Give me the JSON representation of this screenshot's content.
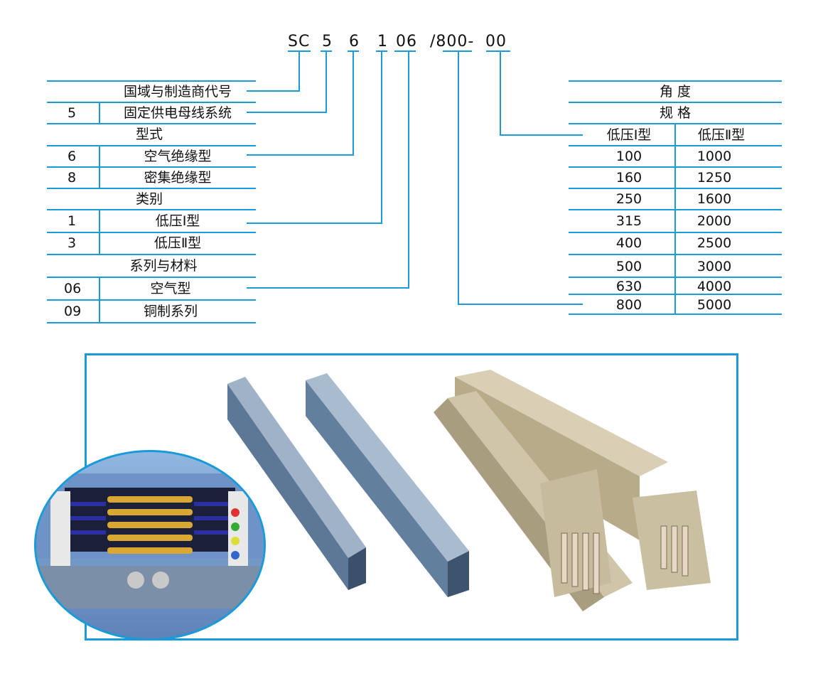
{
  "code": {
    "parts": [
      "SC",
      "5",
      "6",
      "1",
      "06",
      "/800-",
      "00"
    ]
  },
  "left": {
    "rows": [
      {
        "no": "",
        "label": "国域与制造商代号"
      },
      {
        "no": "5",
        "label": "固定供电母线系统"
      },
      {
        "no": "",
        "label": "型式"
      },
      {
        "no": "6",
        "label": "空气绝缘型"
      },
      {
        "no": "8",
        "label": "密集绝缘型"
      },
      {
        "no": "",
        "label": "类别"
      },
      {
        "no": "1",
        "label": "低压Ⅰ型"
      },
      {
        "no": "3",
        "label": "低压Ⅱ型"
      },
      {
        "no": "",
        "label": "系列与材料"
      },
      {
        "no": "06",
        "label": "空气型"
      },
      {
        "no": "09",
        "label": "铜制系列"
      }
    ]
  },
  "right": {
    "title1": "角 度",
    "title2": "规 格",
    "col1": "低压Ⅰ型",
    "col2": "低压Ⅱ型",
    "rows": [
      [
        "100",
        "1000"
      ],
      [
        "160",
        "1250"
      ],
      [
        "250",
        "1600"
      ],
      [
        "315",
        "2000"
      ],
      [
        "400",
        "2500"
      ],
      [
        "500",
        "3000"
      ],
      [
        "630",
        "4000"
      ],
      [
        "800",
        "5000"
      ]
    ]
  },
  "colors": {
    "line": "#1a9ad9",
    "frame": "#1a9ad9"
  }
}
